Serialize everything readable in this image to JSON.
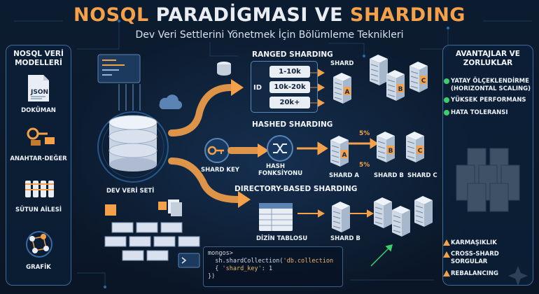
{
  "title": {
    "part1": "NOSQL",
    "part2": "PARADİGMASI VE",
    "part3": "SHARDING"
  },
  "subtitle": "Dev Veri Settlerini Yönetmek İçin Bölümleme Teknikleri",
  "left_panel": {
    "title_line1": "NOSQL VERİ",
    "title_line2": "MODELLERİ",
    "items": [
      "DOKÜMAN",
      "ANAHTAR-DEĞER",
      "SÜTUN AİLESİ",
      "GRAFİK"
    ],
    "json_label": "JSON"
  },
  "center": {
    "dataset_label": "DEV VERİ SETİ",
    "shard_key_label": "SHARD KEY"
  },
  "ranged": {
    "title": "RANGED SHARDING",
    "id_label": "ID",
    "ranges": [
      "1-10k",
      "10k-20k",
      "20k+"
    ],
    "shard_label": "SHARD",
    "shard_letters": [
      "A",
      "B",
      "C"
    ]
  },
  "hashed": {
    "title": "HASHED SHARDING",
    "hash_label_line1": "HASH",
    "hash_label_line2": "FONKSİYONU",
    "pct_top": "5%",
    "pct_bottom": "5%",
    "shards": [
      "SHARD A",
      "SHARD B",
      "SHARD C"
    ]
  },
  "directory": {
    "title": "DIRECTORY-BASED SHARDING",
    "table_label": "DİZİN TABLOSU",
    "shard_label": "SHARD B"
  },
  "code": {
    "line1": "mongos>",
    "line2_a": "  sh.shardCollection(",
    "line2_b": "'db.collection",
    "line3_a": "  { ",
    "line3_b": "'shard_key'",
    "line3_c": ": 1",
    "line4": "})"
  },
  "right_panel": {
    "title_line1": "AVANTAJLAR VE",
    "title_line2": "ZORLUKLAR",
    "advantages": [
      "YATAY ÖLÇEKLENDİRME",
      "(HORIZONTAL SCALING)",
      "YÜKSEK PERFORMANS",
      "HATA TOLERANSI"
    ],
    "challenges": [
      "KARMAŞIKLIK",
      "CROSS-SHARD",
      "SORGULAR",
      "REBALANCING"
    ]
  },
  "colors": {
    "accent_orange": "#f4a14a",
    "panel_border": "#3b6aa0",
    "background": "#0b1a2c",
    "check_green": "#3ecf6a",
    "warning": "#f4a14a"
  }
}
